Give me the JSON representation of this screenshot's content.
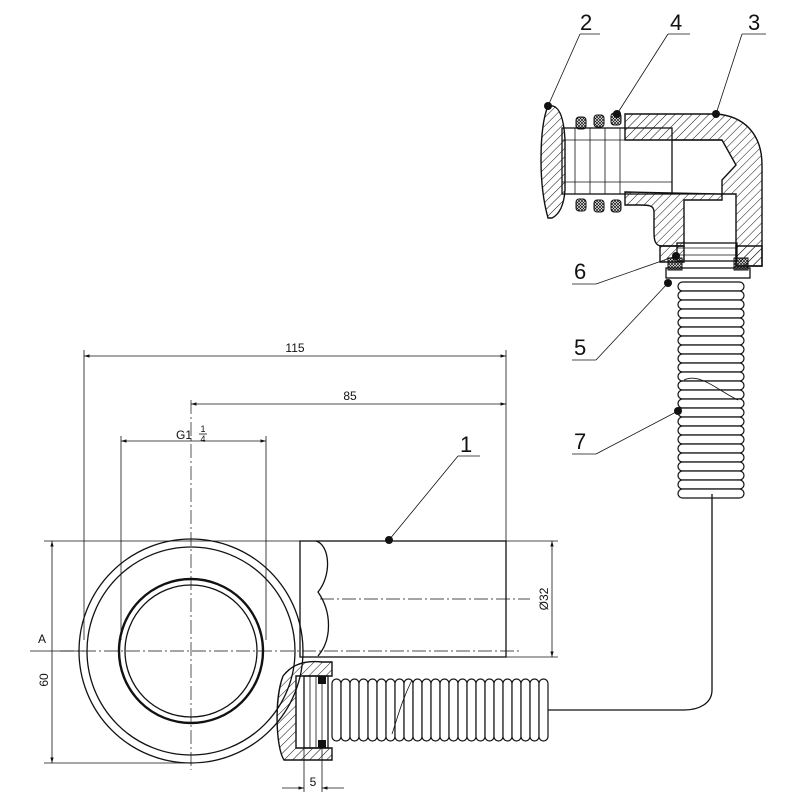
{
  "callouts": {
    "c1": "1",
    "c2": "2",
    "c3": "3",
    "c4": "4",
    "c5": "5",
    "c6": "6",
    "c7": "7"
  },
  "dimensions": {
    "overall_length": "115",
    "outlet_length": "85",
    "thread_main": "G1",
    "thread_frac_num": "1",
    "thread_frac_den": "4",
    "pipe_diameter": "Ø32",
    "height": "60",
    "flange": "5",
    "section_label": "A"
  }
}
